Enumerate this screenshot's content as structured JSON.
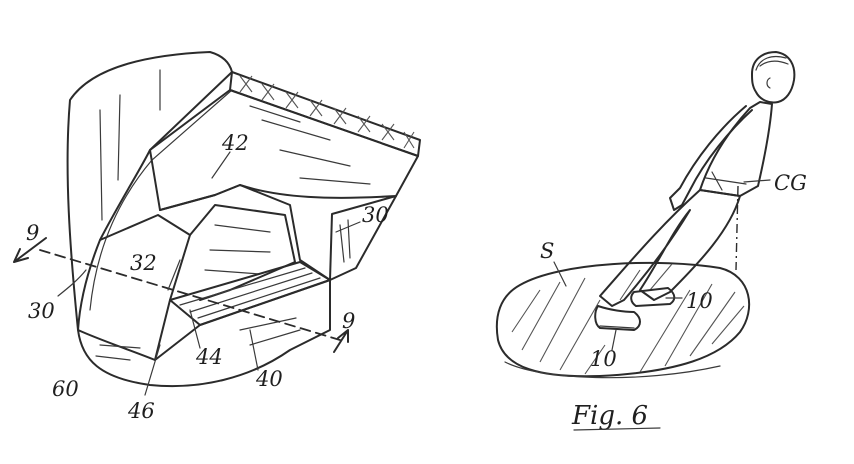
{
  "figure_left": {
    "labels": {
      "l42": "42",
      "l30_right": "30",
      "l9_left": "9",
      "l32": "32",
      "l30_left": "30",
      "l9_right": "9",
      "l44": "44",
      "l40": "40",
      "l60": "60",
      "l46": "46"
    }
  },
  "figure_right": {
    "labels": {
      "cg": "CG",
      "s": "S",
      "l10_upper": "10",
      "l10_lower": "10"
    },
    "caption": "Fig. 6"
  },
  "colors": {
    "ink": "#2b2b2b",
    "paper": "#ffffff"
  }
}
